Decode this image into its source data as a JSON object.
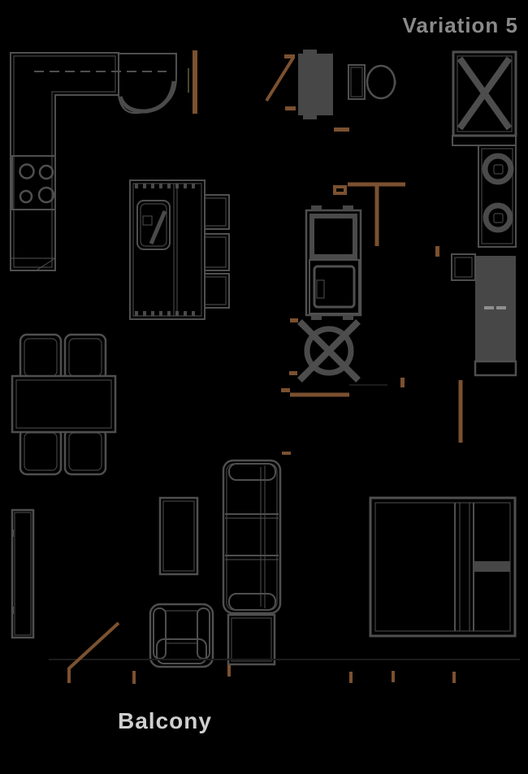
{
  "labels": {
    "variation": "Variation 5",
    "balcony": "Balcony"
  },
  "colors": {
    "background": "#000000",
    "furniture_line": "#4f4f4f",
    "furniture_fill": "#474747",
    "door_wood": "#7b5130",
    "variation_text": "#8a8a8a",
    "balcony_text": "#cfcfcf"
  },
  "plan": {
    "type": "apartment-floor-plan",
    "furniture": [
      {
        "name": "l-shaped-kitchen-counter",
        "count": 1
      },
      {
        "name": "cooktop-burner",
        "count": 4
      },
      {
        "name": "upper-cabinet-dashed-line",
        "count": 1
      },
      {
        "name": "kitchen-island-with-sink",
        "count": 1
      },
      {
        "name": "bar-stool",
        "count": 3
      },
      {
        "name": "bathroom-vanity",
        "count": 1
      },
      {
        "name": "toilet",
        "count": 1
      },
      {
        "name": "shower-stall-x",
        "count": 1
      },
      {
        "name": "washer-dryer-circle",
        "count": 2
      },
      {
        "name": "refrigerator",
        "count": 1
      },
      {
        "name": "wardrobe",
        "count": 1
      },
      {
        "name": "ceiling-fan",
        "count": 1
      },
      {
        "name": "dining-table",
        "count": 1
      },
      {
        "name": "dining-chair",
        "count": 4
      },
      {
        "name": "sofa-three-seat",
        "count": 1
      },
      {
        "name": "side-table",
        "count": 1
      },
      {
        "name": "tv-console",
        "count": 1
      },
      {
        "name": "coffee-table",
        "count": 1
      },
      {
        "name": "armchair",
        "count": 1
      },
      {
        "name": "double-bed",
        "count": 1
      },
      {
        "name": "door-swing",
        "count": 4
      },
      {
        "name": "window-mullion-tick",
        "count": 6
      }
    ]
  }
}
